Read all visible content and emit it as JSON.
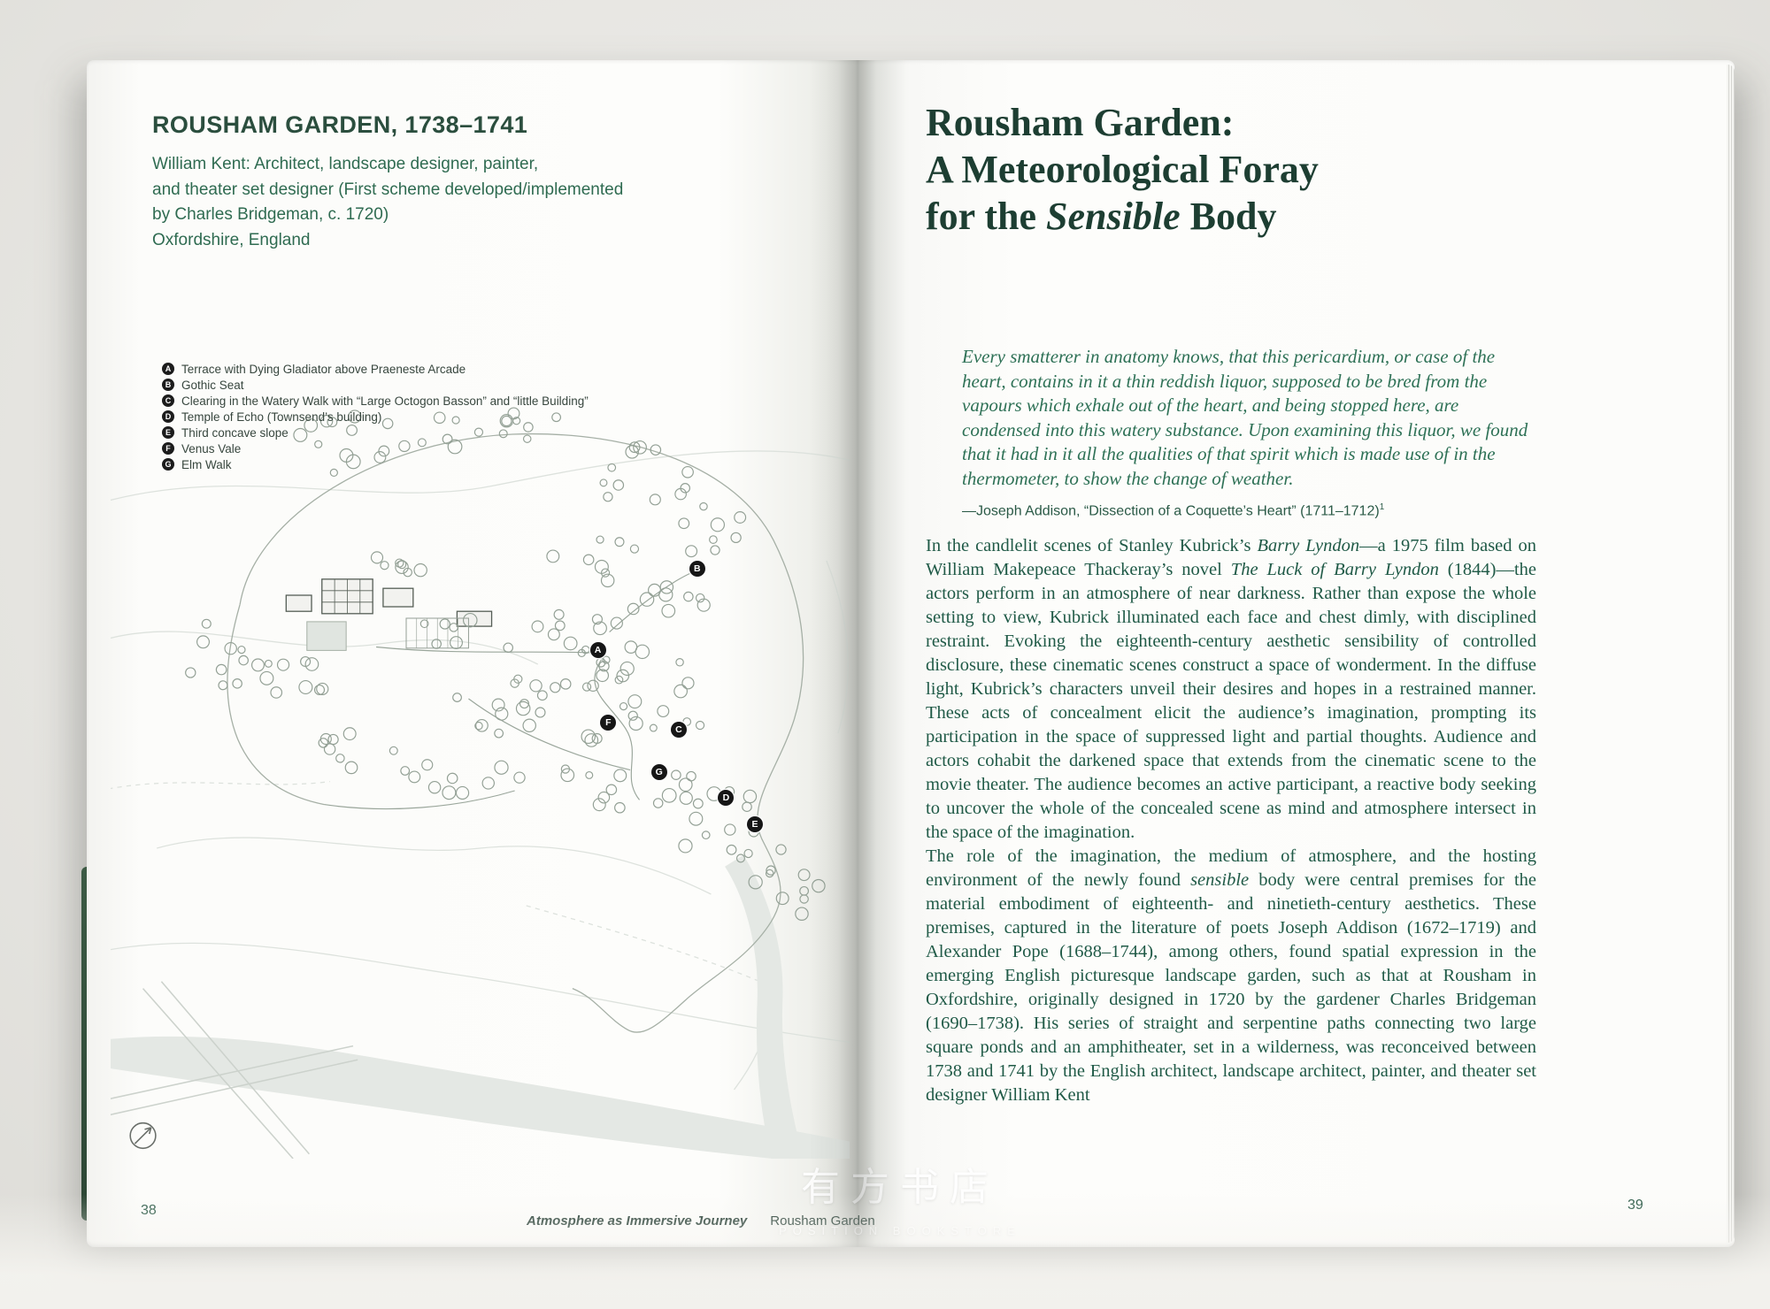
{
  "colors": {
    "heading_green": "#2b4e3e",
    "subtitle_green": "#2f6b51",
    "body_green": "#205a47",
    "quote_green": "#2e7156",
    "title_dark": "#1d3e32",
    "page_white": "#fcfcfa",
    "marker_black": "#161616"
  },
  "book": {
    "watermark": {
      "cjk": "有方书店",
      "latin": "POSITION BOOKSTORE"
    }
  },
  "left_page": {
    "title": "ROUSHAM GARDEN, 1738–1741",
    "subtitle_lines": [
      "William Kent: Architect, landscape designer, painter,",
      "and theater set designer (First scheme developed/implemented",
      "by Charles Bridgeman, c. 1720)",
      "Oxfordshire, England"
    ],
    "legend": [
      {
        "key": "A",
        "label": "Terrace with Dying Gladiator above Praeneste Arcade"
      },
      {
        "key": "B",
        "label": "Gothic Seat"
      },
      {
        "key": "C",
        "label": "Clearing in the Watery Walk with “Large Octogon Basson” and “little Building”"
      },
      {
        "key": "D",
        "label": "Temple of Echo (Townsend’s building)"
      },
      {
        "key": "E",
        "label": "Third concave slope"
      },
      {
        "key": "F",
        "label": "Venus Vale"
      },
      {
        "key": "G",
        "label": "Elm Walk"
      }
    ],
    "map_markers": [
      {
        "key": "B",
        "x": 508,
        "y": 187
      },
      {
        "key": "A",
        "x": 422,
        "y": 258
      },
      {
        "key": "F",
        "x": 431,
        "y": 321
      },
      {
        "key": "C",
        "x": 492,
        "y": 327
      },
      {
        "key": "G",
        "x": 475,
        "y": 364
      },
      {
        "key": "D",
        "x": 533,
        "y": 386
      },
      {
        "key": "E",
        "x": 558,
        "y": 409
      }
    ],
    "footer": {
      "series": "Atmosphere as Immersive Journey",
      "chapter": "Rousham Garden"
    },
    "page_number": "38"
  },
  "right_page": {
    "title": {
      "line1": "Rousham Garden:",
      "line2": "A Meteorological Foray",
      "line3_pre": "for the ",
      "line3_italic": "Sensible",
      "line3_post": " Body"
    },
    "quote": {
      "text": "Every smatterer in anatomy knows, that this pericardium, or case of the heart, contains in it a thin reddish liquor, supposed to be bred from the vapours which exhale out of the heart, and being stopped here, are condensed into this watery substance. Upon examining this liquor, we found that it had in it all the qualities of that spirit which is made use of in the thermometer, to show the change of weather."
    },
    "attribution_segments": [
      {
        "t": "—Joseph Addison, “Dissection of a Coquette’s Heart” (1711–1712)"
      },
      {
        "t": "1",
        "sup": true
      }
    ],
    "paragraphs": [
      {
        "segments": [
          {
            "t": "In the candlelit scenes of Stanley Kubrick’s "
          },
          {
            "t": "Barry Lyndon",
            "i": true
          },
          {
            "t": "—a 1975 film based on William Makepeace Thackeray’s novel "
          },
          {
            "t": "The Luck of Barry Lyndon",
            "i": true
          },
          {
            "t": " (1844)—the actors perform in an atmosphere of near darkness. Rather than expose the whole setting to view, Kubrick illuminated each face and chest dimly, with disciplined restraint. Evoking the eighteenth-century aesthetic sensibility of controlled disclosure, these cinematic scenes construct a space of wonderment. In the diffuse light, Kubrick’s characters unveil their desires and hopes in a restrained manner. These acts of concealment elicit the audience’s imagination, prompting its participation in the space of suppressed light and partial thoughts. Audience and actors cohabit the darkened space that extends from the cinematic scene to the movie theater. The audience becomes an active participant, a reactive body seeking to uncover the whole of the concealed scene as mind and atmosphere intersect in the space of the imagination."
          }
        ]
      },
      {
        "segments": [
          {
            "t": "The role of the imagination, the medium of atmosphere, and the hosting environment of the newly found "
          },
          {
            "t": "sensible",
            "i": true
          },
          {
            "t": " body were central premises for the material embodiment of eighteenth- and ninetieth-century aesthetics. These premises, captured in the literature of poets Joseph Addison (1672–1719) and Alexander Pope (1688–1744), among others, found spatial expression in the emerging English picturesque landscape garden, such as that at Rousham in Oxfordshire, originally designed in 1720 by the gardener Charles Bridgeman (1690–1738). His series of straight and serpentine paths connecting two large square ponds and an amphitheater, set in a wilderness, was reconceived between 1738 and 1741 by the English architect, landscape architect, painter, and theater set designer William Kent"
          }
        ]
      }
    ],
    "page_number": "39"
  }
}
